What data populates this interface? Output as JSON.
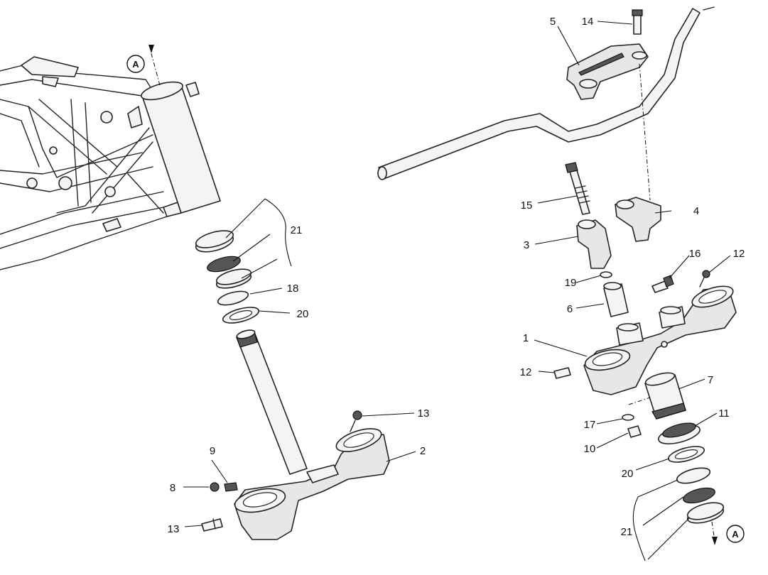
{
  "callouts": {
    "c1": "1",
    "c2": "2",
    "c3": "3",
    "c4": "4",
    "c5": "5",
    "c6": "6",
    "c7": "7",
    "c8": "8",
    "c9": "9",
    "c10": "10",
    "c11": "11",
    "c12a": "12",
    "c12b": "12",
    "c13a": "13",
    "c13b": "13",
    "c14": "14",
    "c15": "15",
    "c16": "16",
    "c17": "17",
    "c18": "18",
    "c19": "19",
    "c20a": "20",
    "c20b": "20",
    "c21a": "21",
    "c21b": "21"
  },
  "references": {
    "top": "A",
    "bottom": "A"
  }
}
